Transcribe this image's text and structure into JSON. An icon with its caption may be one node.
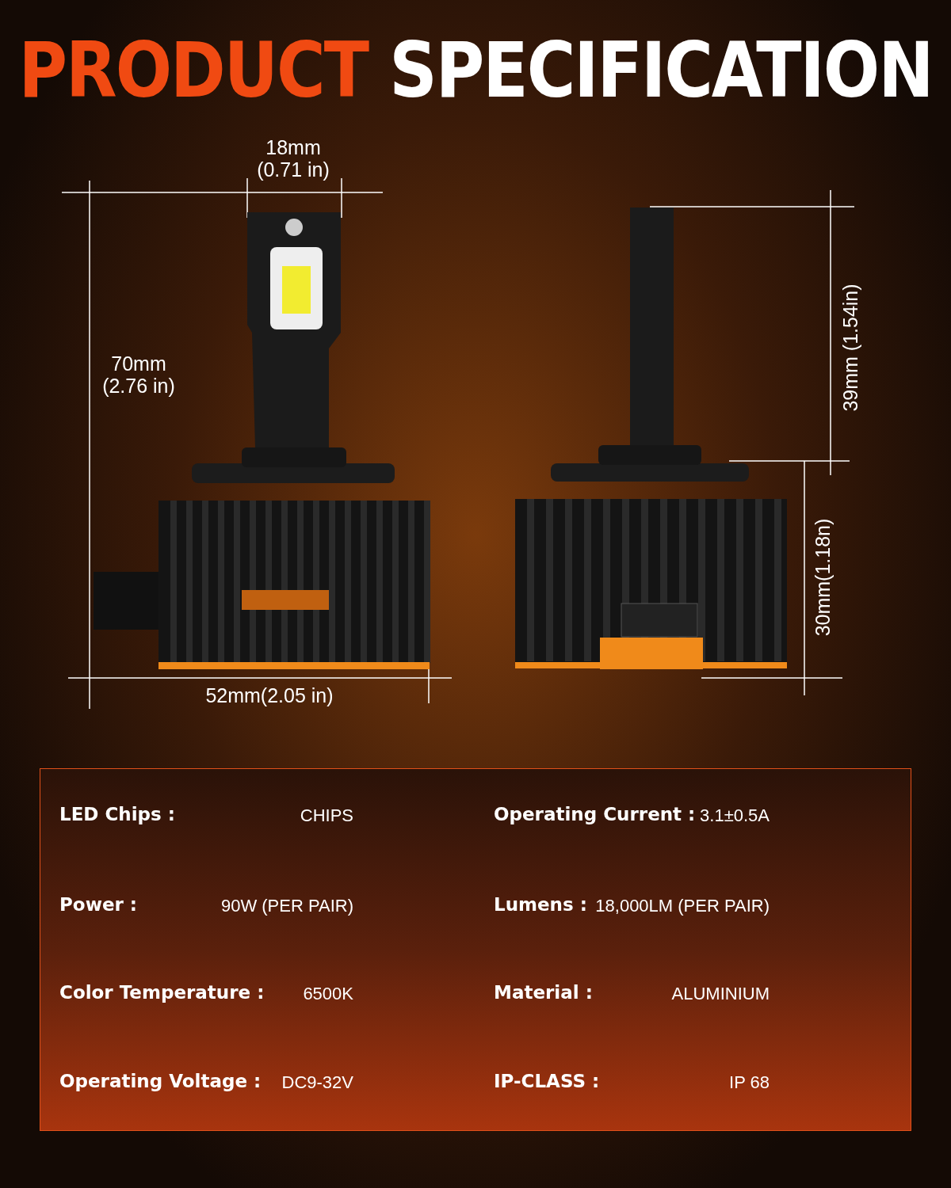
{
  "diagram": {
    "title": "PRODUCT SPECIFICATION",
    "labels": [
      "18mm (0.71 in)",
      "70mm (2.76 in)",
      "52mm(2.05 in)",
      "39mm (1.54in)",
      "30mm(1.18n)",
      "LED Chips :",
      "CHIPS",
      "Operating Current :",
      "3.1±0.5A",
      "Power :",
      "90W (PER PAIR)",
      "Lumens :",
      "18,000LM (PER PAIR)",
      "Color Temperature :",
      "6500K",
      "Material :",
      "ALUMINIUM",
      "Operating Voltage :",
      "DC9-32V",
      "IP-CLASS :",
      "IP 68"
    ]
  }
}
